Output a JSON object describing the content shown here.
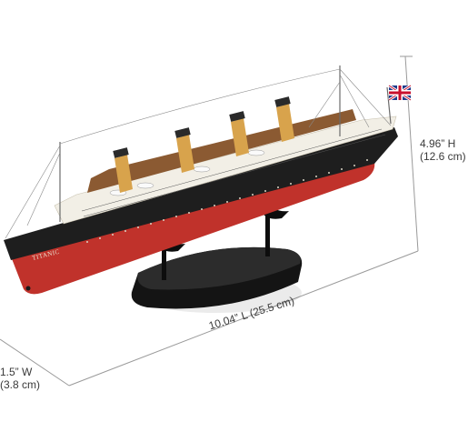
{
  "dimensions": {
    "height_imperial": "4.96” H",
    "height_metric": "(12.6 cm)",
    "length": "10.04” L (25.5 cm)",
    "width_imperial": "1.5” W",
    "width_metric": "(3.8 cm)"
  },
  "model": {
    "hull_name": "TITANIC",
    "flag_icon": "union-jack-flag",
    "colors": {
      "hull_black": "#1e1e1e",
      "hull_red": "#c0322b",
      "superstructure": "#f2efe6",
      "funnel": "#d8a34c",
      "funnel_top": "#2a2a2a",
      "deck": "#8b5a32",
      "stand_base": "#141414"
    },
    "funnel_count": 4
  }
}
